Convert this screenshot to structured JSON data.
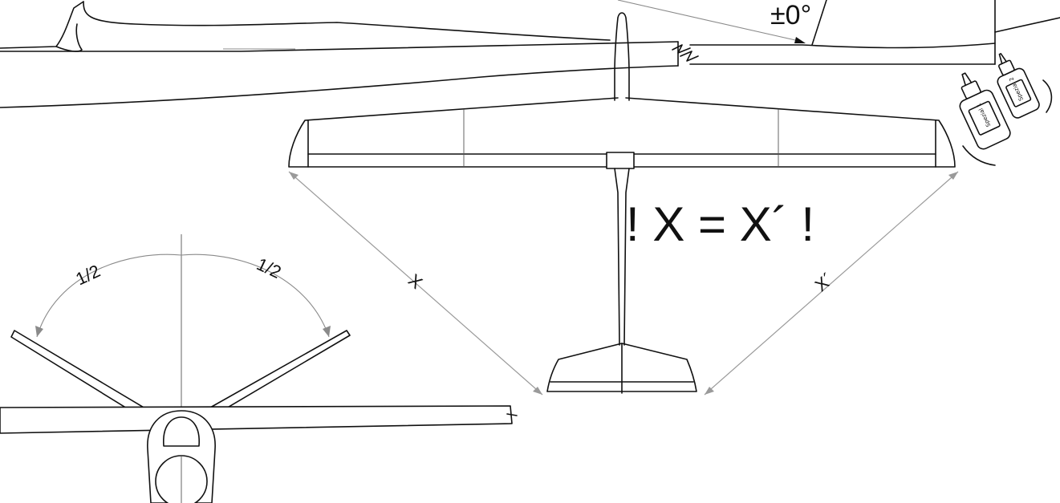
{
  "labels": {
    "angle": "±0°",
    "equation": "! X = X´ !",
    "dist_left": "X",
    "dist_right": "X´",
    "half_left": "1/2",
    "half_right": "1/2",
    "bottle_left": "Spezial 1",
    "bottle_right": "Spezial 2"
  },
  "colors": {
    "line": "#111111",
    "dimension": "#9a9a9a",
    "background": "#ffffff"
  }
}
